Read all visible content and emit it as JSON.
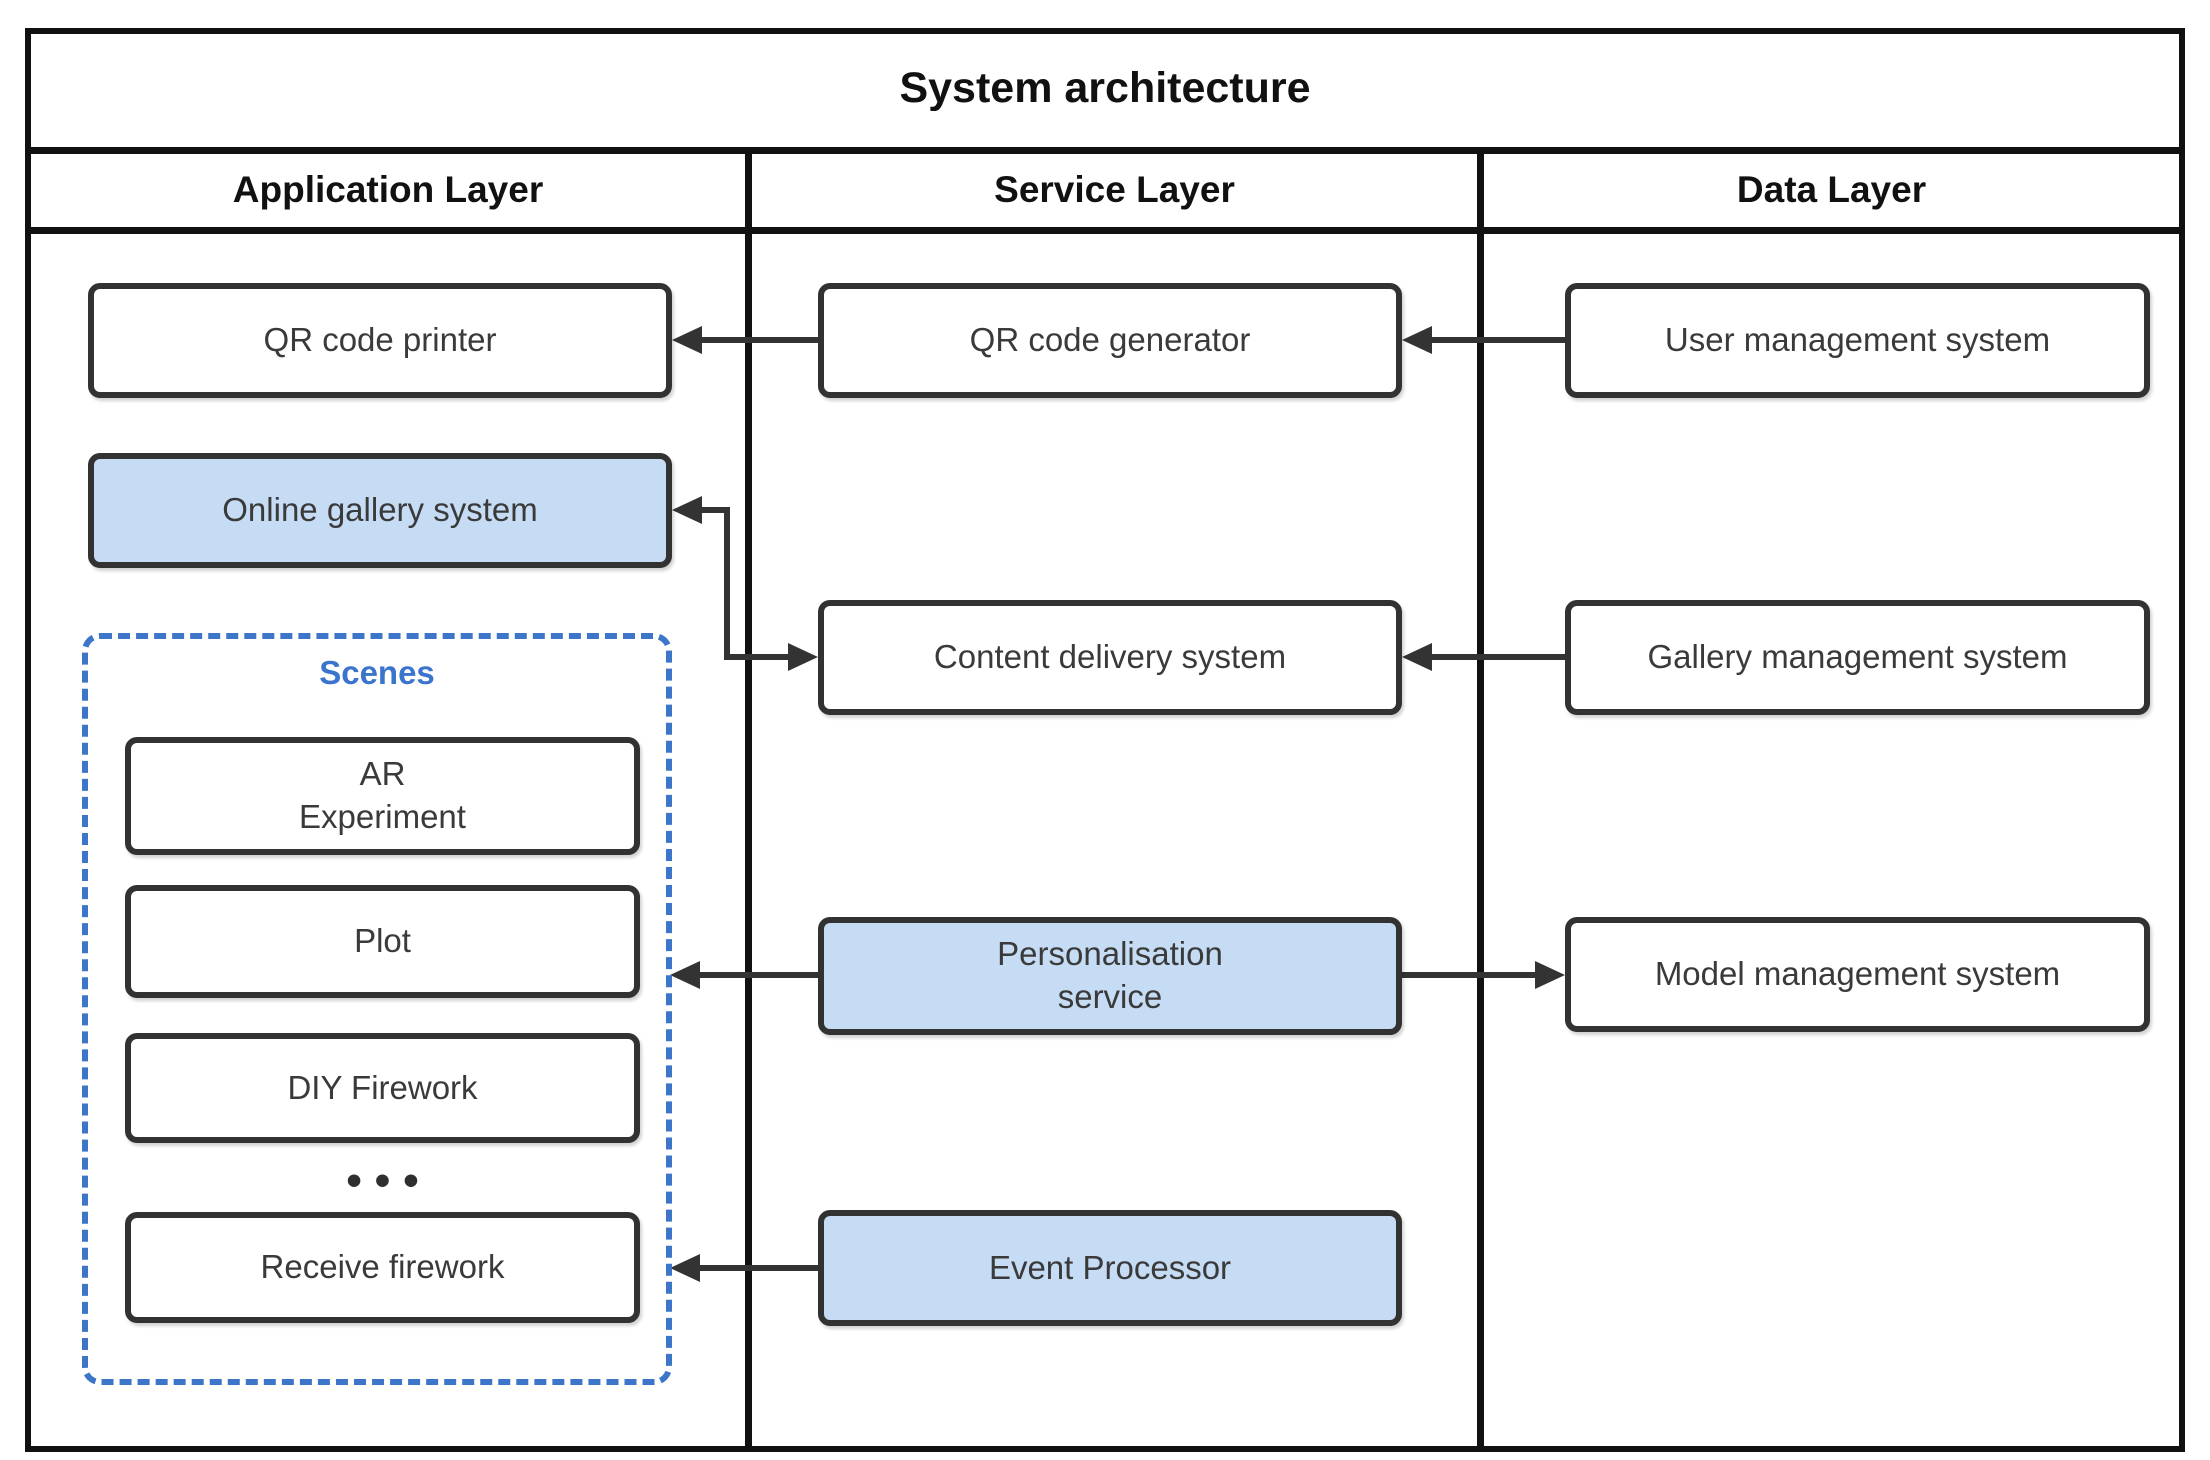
{
  "diagram": {
    "title": "System architecture",
    "columns": [
      {
        "id": "application",
        "label": "Application Layer"
      },
      {
        "id": "service",
        "label": "Service Layer"
      },
      {
        "id": "data",
        "label": "Data Layer"
      }
    ],
    "nodes": {
      "qr_code_printer": {
        "label": "QR code printer",
        "column": "application",
        "highlighted": false
      },
      "online_gallery_system": {
        "label": "Online gallery system",
        "column": "application",
        "highlighted": true
      },
      "ar_experiment": {
        "label": "AR\nExperiment",
        "column": "application",
        "group": "scenes",
        "highlighted": false
      },
      "plot": {
        "label": "Plot",
        "column": "application",
        "group": "scenes",
        "highlighted": false
      },
      "diy_firework": {
        "label": "DIY Firework",
        "column": "application",
        "group": "scenes",
        "highlighted": false
      },
      "receive_firework": {
        "label": "Receive firework",
        "column": "application",
        "group": "scenes",
        "highlighted": false
      },
      "qr_code_generator": {
        "label": "QR code generator",
        "column": "service",
        "highlighted": false
      },
      "content_delivery_system": {
        "label": "Content delivery system",
        "column": "service",
        "highlighted": false
      },
      "personalisation_service": {
        "label": "Personalisation\nservice",
        "column": "service",
        "highlighted": true
      },
      "event_processor": {
        "label": "Event Processor",
        "column": "service",
        "highlighted": true
      },
      "user_management_system": {
        "label": "User management system",
        "column": "data",
        "highlighted": false
      },
      "gallery_management_system": {
        "label": "Gallery management system",
        "column": "data",
        "highlighted": false
      },
      "model_management_system": {
        "label": "Model management system",
        "column": "data",
        "highlighted": false
      }
    },
    "groups": {
      "scenes": {
        "label": "Scenes",
        "ellipsis": "•••"
      }
    },
    "edges": [
      {
        "from": "qr_code_generator",
        "to": "qr_code_printer",
        "arrow": "into-to"
      },
      {
        "from": "user_management_system",
        "to": "qr_code_generator",
        "arrow": "into-to"
      },
      {
        "from": "content_delivery_system",
        "to": "online_gallery_system",
        "arrow": "both",
        "style": "elbow"
      },
      {
        "from": "gallery_management_system",
        "to": "content_delivery_system",
        "arrow": "into-to"
      },
      {
        "from": "personalisation_service",
        "to": "scenes",
        "arrow": "into-to"
      },
      {
        "from": "personalisation_service",
        "to": "model_management_system",
        "arrow": "into-to"
      },
      {
        "from": "event_processor",
        "to": "scenes",
        "arrow": "into-to"
      }
    ],
    "colors": {
      "highlight_fill": "#c5dcf4",
      "node_border": "#323232",
      "scenes_accent": "#3d76c9",
      "arrow": "#333333",
      "frame": "#111111"
    }
  }
}
